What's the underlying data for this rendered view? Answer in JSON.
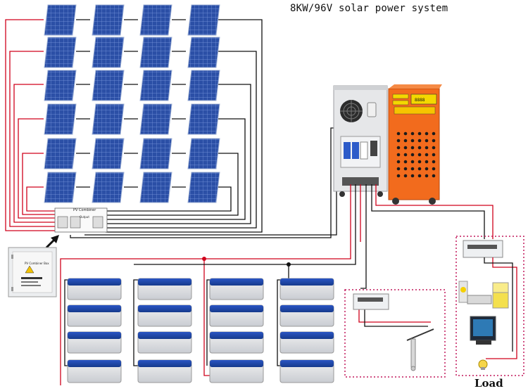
{
  "title": "8KW/96V solar power system",
  "load_label": "Load",
  "combiner_label": "PV Combiner",
  "combiner_output_label": "Output",
  "combiner_box_title": "PV Combiner Box",
  "inverter_display": "8888",
  "inverter_brand_text": "",
  "colors": {
    "positive_wire": "#d0021b",
    "negative_wire": "#111111",
    "inverter_orange": "#f26b1d",
    "panel_blue": "#2b4fa6",
    "battery_blue": "#1f3f9a",
    "load_border": "#c2185b"
  },
  "components": {
    "solar_array": {
      "rows": 6,
      "columns": 4
    },
    "battery_bank": {
      "groups": 4,
      "per_group": 4
    },
    "icons": [
      "solar-panel-icon",
      "combiner-box-icon",
      "inverter-icon",
      "controller-icon",
      "battery-icon",
      "distribution-board-icon",
      "light-bulb-icon",
      "tv-icon",
      "stereo-icon",
      "refrigerator-icon",
      "water-heater-icon"
    ]
  }
}
